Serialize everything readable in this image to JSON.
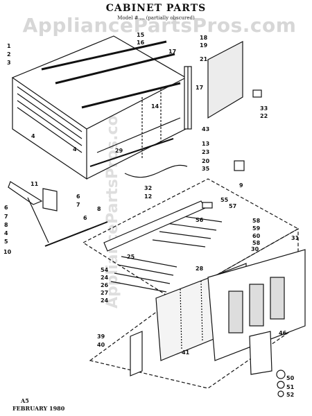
{
  "header": {
    "title": "CABINET PARTS",
    "subtitle": "Model # ... (partially obscured)"
  },
  "watermark": {
    "text": "AppliancePartsPros.com",
    "mid_text": "AppliancePartsPros.com"
  },
  "footer": {
    "code": "A5",
    "date": "FEBRUARY 1980"
  },
  "callouts": {
    "c1": "1",
    "c2": "2",
    "c3": "3",
    "c4a": "4",
    "c4b": "4",
    "c4c": "4",
    "c5": "5",
    "c6a": "6",
    "c6b": "6",
    "c6c": "6",
    "c7a": "7",
    "c7b": "7",
    "c8a": "8",
    "c8b": "8",
    "c9": "9",
    "c10": "10",
    "c11": "11",
    "c12": "12",
    "c13": "13",
    "c14": "14",
    "c15": "15",
    "c16": "16",
    "c17a": "17",
    "c17b": "17",
    "c18": "18",
    "c19": "19",
    "c20": "20",
    "c21": "21",
    "c22": "22",
    "c23": "23",
    "c24a": "24",
    "c24b": "24",
    "c25": "25",
    "c26": "26",
    "c27": "27",
    "c28": "28",
    "c29": "29",
    "c30": "30",
    "c31": "31",
    "c32": "32",
    "c33": "33",
    "c35": "35",
    "c39": "39",
    "c40": "40",
    "c41": "41",
    "c43": "43",
    "c46": "46",
    "c50": "50",
    "c51": "51",
    "c52": "52",
    "c54": "54",
    "c55": "55",
    "c56": "56",
    "c57": "57",
    "c58a": "58",
    "c58b": "58",
    "c59": "59",
    "c60": "60"
  }
}
